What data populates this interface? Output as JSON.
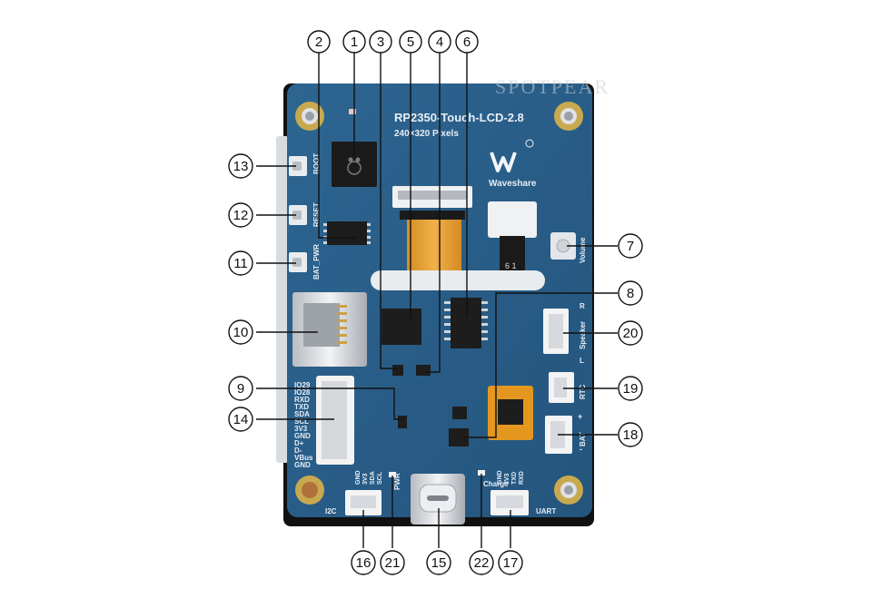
{
  "board": {
    "title": "RP2350-Touch-LCD-2.8",
    "resolution": "240×320 Pixels",
    "brand": "Waveshare",
    "watermark": "SPOTPEAR",
    "colors": {
      "pcb": "#2a5d86",
      "pcb_dark": "#1f4a6e",
      "lcd_back": "#111111",
      "ribbon": "#e0a030",
      "gold": "#c9a24a",
      "connector": "#f2f2f2"
    },
    "button_labels": {
      "boot": "BOOT",
      "reset": "RESET",
      "bat_pwr": "BAT_PWR"
    },
    "header_pins": [
      "IO29",
      "IO28",
      "RXD",
      "TXD",
      "SDA",
      "SCL",
      "3V3",
      "GND",
      "D+",
      "D-",
      "VBus",
      "GND"
    ],
    "i2c_pins": [
      "GND",
      "3V3",
      "SDA",
      "SCL"
    ],
    "uart_pins": [
      "GND",
      "3V3",
      "TXD",
      "RXD"
    ],
    "port_labels": {
      "i2c": "I2C",
      "uart": "UART",
      "pwr": "PWR",
      "charge": "Charge",
      "volume": "Volume",
      "speaker": "Speaker",
      "speaker_r": "R",
      "speaker_l": "L",
      "rtc": "RTC",
      "bat": "BAT",
      "bat_plus": "+",
      "bat_minus": "-"
    },
    "fpc_label": "6 1",
    "chip_logo": "raspberry-pi-logo-icon",
    "waveshare_logo": "waveshare-logo-icon"
  },
  "callouts": [
    {
      "id": "1",
      "label": "1"
    },
    {
      "id": "2",
      "label": "2"
    },
    {
      "id": "3",
      "label": "3"
    },
    {
      "id": "4",
      "label": "4"
    },
    {
      "id": "5",
      "label": "5"
    },
    {
      "id": "6",
      "label": "6"
    },
    {
      "id": "7",
      "label": "7"
    },
    {
      "id": "8",
      "label": "8"
    },
    {
      "id": "9",
      "label": "9"
    },
    {
      "id": "10",
      "label": "10"
    },
    {
      "id": "11",
      "label": "11"
    },
    {
      "id": "12",
      "label": "12"
    },
    {
      "id": "13",
      "label": "13"
    },
    {
      "id": "14",
      "label": "14"
    },
    {
      "id": "15",
      "label": "15"
    },
    {
      "id": "16",
      "label": "16"
    },
    {
      "id": "17",
      "label": "17"
    },
    {
      "id": "18",
      "label": "18"
    },
    {
      "id": "19",
      "label": "19"
    },
    {
      "id": "20",
      "label": "20"
    },
    {
      "id": "21",
      "label": "21"
    },
    {
      "id": "22",
      "label": "22"
    }
  ]
}
